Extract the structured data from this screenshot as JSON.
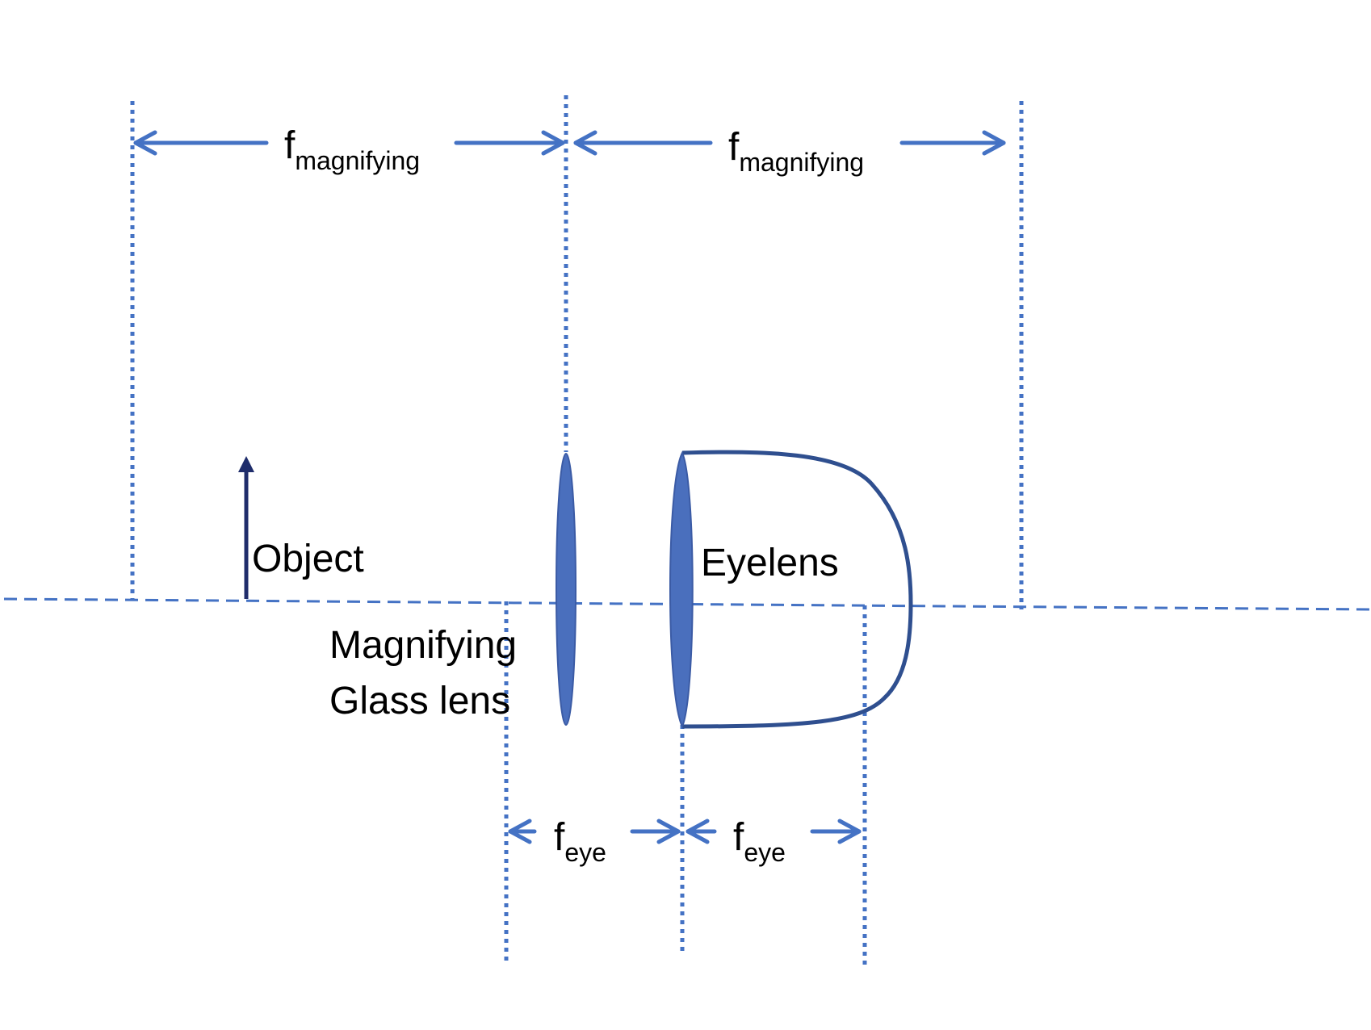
{
  "labels": {
    "focal_symbol": "f",
    "magnifying_subscript": "magnifying",
    "eye_subscript": "eye",
    "object": "Object",
    "eyelens": "Eyelens",
    "magnifying_line1": "Magnifying",
    "magnifying_line2": "Glass lens"
  },
  "colors": {
    "guide": "#4472c4",
    "lens_fill": "#4a6fbd",
    "eye_outline": "#2f4f8f",
    "object_arrow": "#1f2d6b"
  }
}
